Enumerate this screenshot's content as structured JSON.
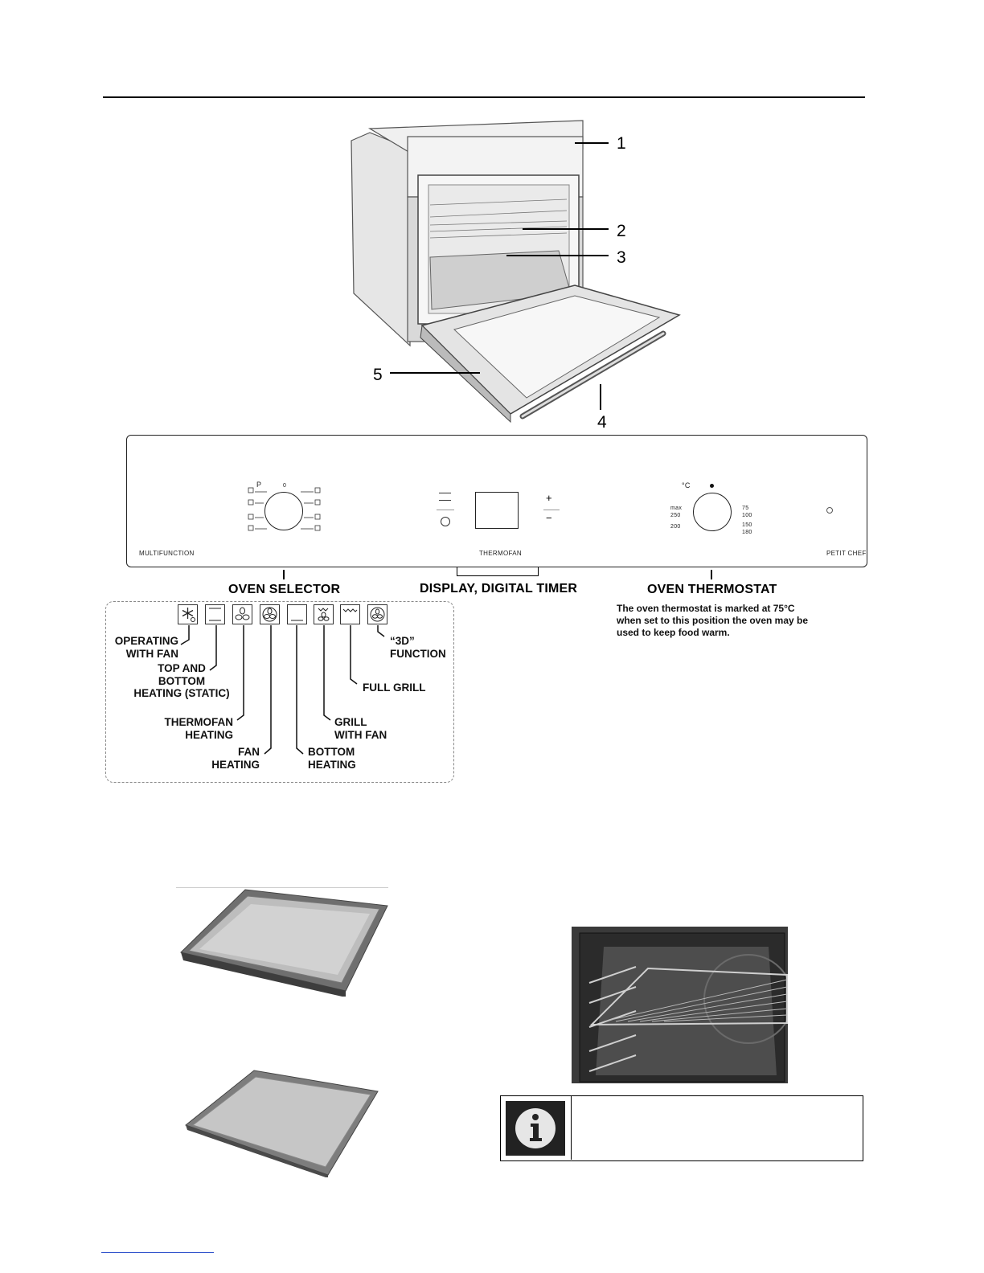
{
  "oven_callouts": [
    "1",
    "2",
    "3",
    "4",
    "5"
  ],
  "control_panel": {
    "left_label": "MULTIFUNCTION",
    "center_label": "THERMOFAN",
    "right_label": "PETIT CHEF",
    "selector_marks": {
      "p": "P",
      "zero": "0"
    },
    "thermostat_unit": "°C",
    "thermostat_scale_left": [
      "max",
      "250",
      "200"
    ],
    "thermostat_scale_right": [
      "75",
      "100",
      "150",
      "180"
    ],
    "timer_plus": "+",
    "timer_minus": "−"
  },
  "sections": {
    "oven_selector": "OVEN SELECTOR",
    "display_timer": "DISPLAY, DIGITAL TIMER",
    "oven_thermostat": "OVEN THERMOSTAT"
  },
  "thermostat_note": [
    "The oven thermostat is marked at 75°C",
    "when set to this position the oven may be",
    "used to keep food warm."
  ],
  "functions": {
    "operating_with_fan": [
      "OPERATING",
      "WITH FAN"
    ],
    "top_bottom_heating": [
      "TOP AND",
      "BOTTOM",
      "HEATING (STATIC)"
    ],
    "thermofan_heating": [
      "THERMOFAN",
      "HEATING"
    ],
    "fan_heating": [
      "FAN",
      "HEATING"
    ],
    "bottom_heating": [
      "BOTTOM",
      "HEATING"
    ],
    "grill_with_fan": [
      "GRILL",
      "WITH FAN"
    ],
    "full_grill": [
      "FULL GRILL"
    ],
    "function_3d": [
      "“3D”",
      "FUNCTION"
    ]
  },
  "icons": [
    "snowflake-icon",
    "top-bottom-heat-icon",
    "thermofan-icon",
    "fan-icon",
    "bottom-heat-icon",
    "grill-fan-icon",
    "full-grill-icon",
    "3d-fan-icon",
    "info-icon"
  ]
}
